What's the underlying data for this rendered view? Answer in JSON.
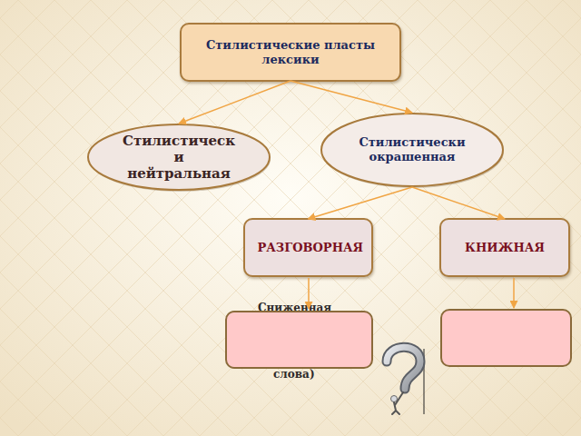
{
  "diagram": {
    "nodes": [
      {
        "text": [
          "Стилистические пласты лексики"
        ]
      },
      {
        "text": [
          "Стилистически нейтральная"
        ]
      },
      {
        "text": [
          "Стилистически окрашенная"
        ]
      },
      {
        "text": [
          "РАЗГОВОРНАЯ"
        ]
      },
      {
        "text": [
          "КНИЖНАЯ"
        ]
      }
    ],
    "edges": [
      {
        "from": 0,
        "to": 1,
        "arrow": "to"
      },
      {
        "from": 0,
        "to": 2,
        "arrow": "to"
      },
      {
        "from": 2,
        "to": 3,
        "arrow": "to"
      },
      {
        "from": 2,
        "to": 4,
        "arrow": "to"
      }
    ],
    "labels": [
      "Сниженная",
      "слова)"
    ]
  }
}
